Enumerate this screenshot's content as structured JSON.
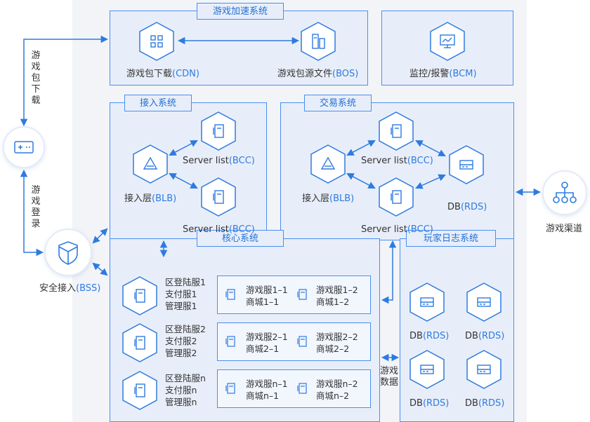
{
  "systems": {
    "accel": {
      "title": "游戏加速系统",
      "cdn_cn": "游戏包下载",
      "cdn_en": "(CDN)",
      "bos_cn": "游戏包源文件",
      "bos_en": "(BOS)"
    },
    "monitor": {
      "cn": "监控/报警",
      "en": "(BCM)"
    },
    "access": {
      "title": "接入系统",
      "blb_cn": "接入层",
      "blb_en": "(BLB)",
      "server1": "Server list",
      "server1_en": "(BCC)",
      "server2": "Server list",
      "server2_en": "(BCC)"
    },
    "trade": {
      "title": "交易系统",
      "blb_cn": "接入层",
      "blb_en": "(BLB)",
      "server1": "Server list",
      "server1_en": "(BCC)",
      "server2": "Server list",
      "server2_en": "(BCC)",
      "db": "DB",
      "db_en": "(RDS)"
    },
    "core": {
      "title": "核心系统",
      "rows": [
        {
          "labels": [
            "区登陆服1",
            "支付服1",
            "管理服1"
          ],
          "a1": "游戏服1–1",
          "a2": "商城1–1",
          "b1": "游戏服1–2",
          "b2": "商城1–2"
        },
        {
          "labels": [
            "区登陆服2",
            "支付服2",
            "管理服2"
          ],
          "a1": "游戏服2–1",
          "a2": "商城2–1",
          "b1": "游戏服2–2",
          "b2": "商城2–2"
        },
        {
          "labels": [
            "区登陆服n",
            "支付服n",
            "管理服n"
          ],
          "a1": "游戏服n–1",
          "a2": "商城n–1",
          "b1": "游戏服n–2",
          "b2": "商城n–2"
        }
      ]
    },
    "log": {
      "title": "玩家日志系统",
      "db": [
        "DB",
        "DB",
        "DB",
        "DB"
      ],
      "db_en": "(RDS)"
    }
  },
  "left": {
    "download_label": "游戏包下载",
    "login_label": "游戏登录",
    "bss_cn": "安全接入",
    "bss_en": "(BSS)"
  },
  "right": {
    "channel": "游戏渠道"
  },
  "game_data_label": "游戏数据",
  "colors": {
    "accent": "#2e7be0",
    "border": "#4a8ff0",
    "panel": "#e8eef9"
  }
}
